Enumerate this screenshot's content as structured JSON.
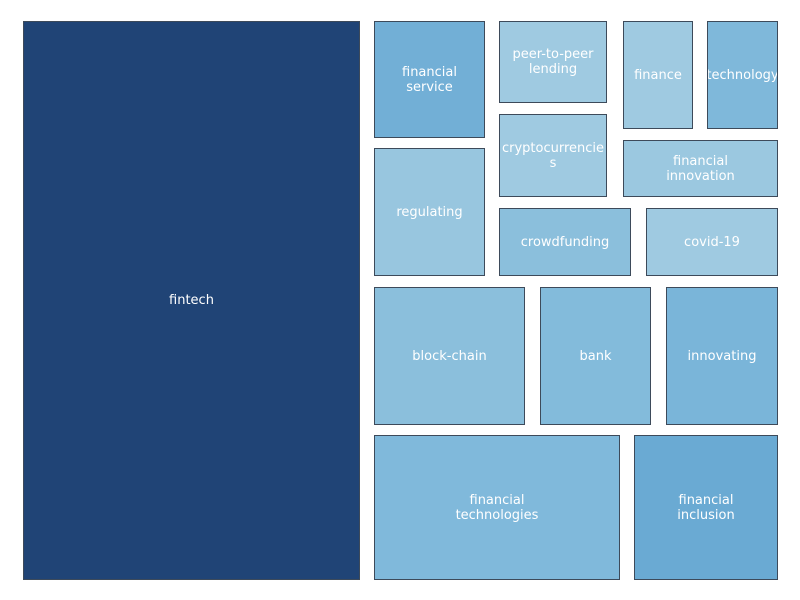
{
  "chart_data": {
    "type": "treemap",
    "title": "",
    "items": [
      {
        "label": "fintech",
        "color": "#204476"
      },
      {
        "label": "financial service",
        "color": "#72afd6"
      },
      {
        "label": "peer-to-peer lending",
        "color": "#9fcae1"
      },
      {
        "label": "finance",
        "color": "#9fcae1"
      },
      {
        "label": "technology",
        "color": "#7fb8da"
      },
      {
        "label": "cryptocurrencies",
        "color": "#9fcae1"
      },
      {
        "label": "financial innovation",
        "color": "#9bc8e0"
      },
      {
        "label": "regulating",
        "color": "#98c6df"
      },
      {
        "label": "crowdfunding",
        "color": "#8bbfdc"
      },
      {
        "label": "covid-19",
        "color": "#9fcae1"
      },
      {
        "label": "block-chain",
        "color": "#8bbfdc"
      },
      {
        "label": "bank",
        "color": "#83bbdb"
      },
      {
        "label": "innovating",
        "color": "#7ab5d9"
      },
      {
        "label": "financial technologies",
        "color": "#80b9db"
      },
      {
        "label": "financial inclusion",
        "color": "#6aaad3"
      }
    ]
  }
}
